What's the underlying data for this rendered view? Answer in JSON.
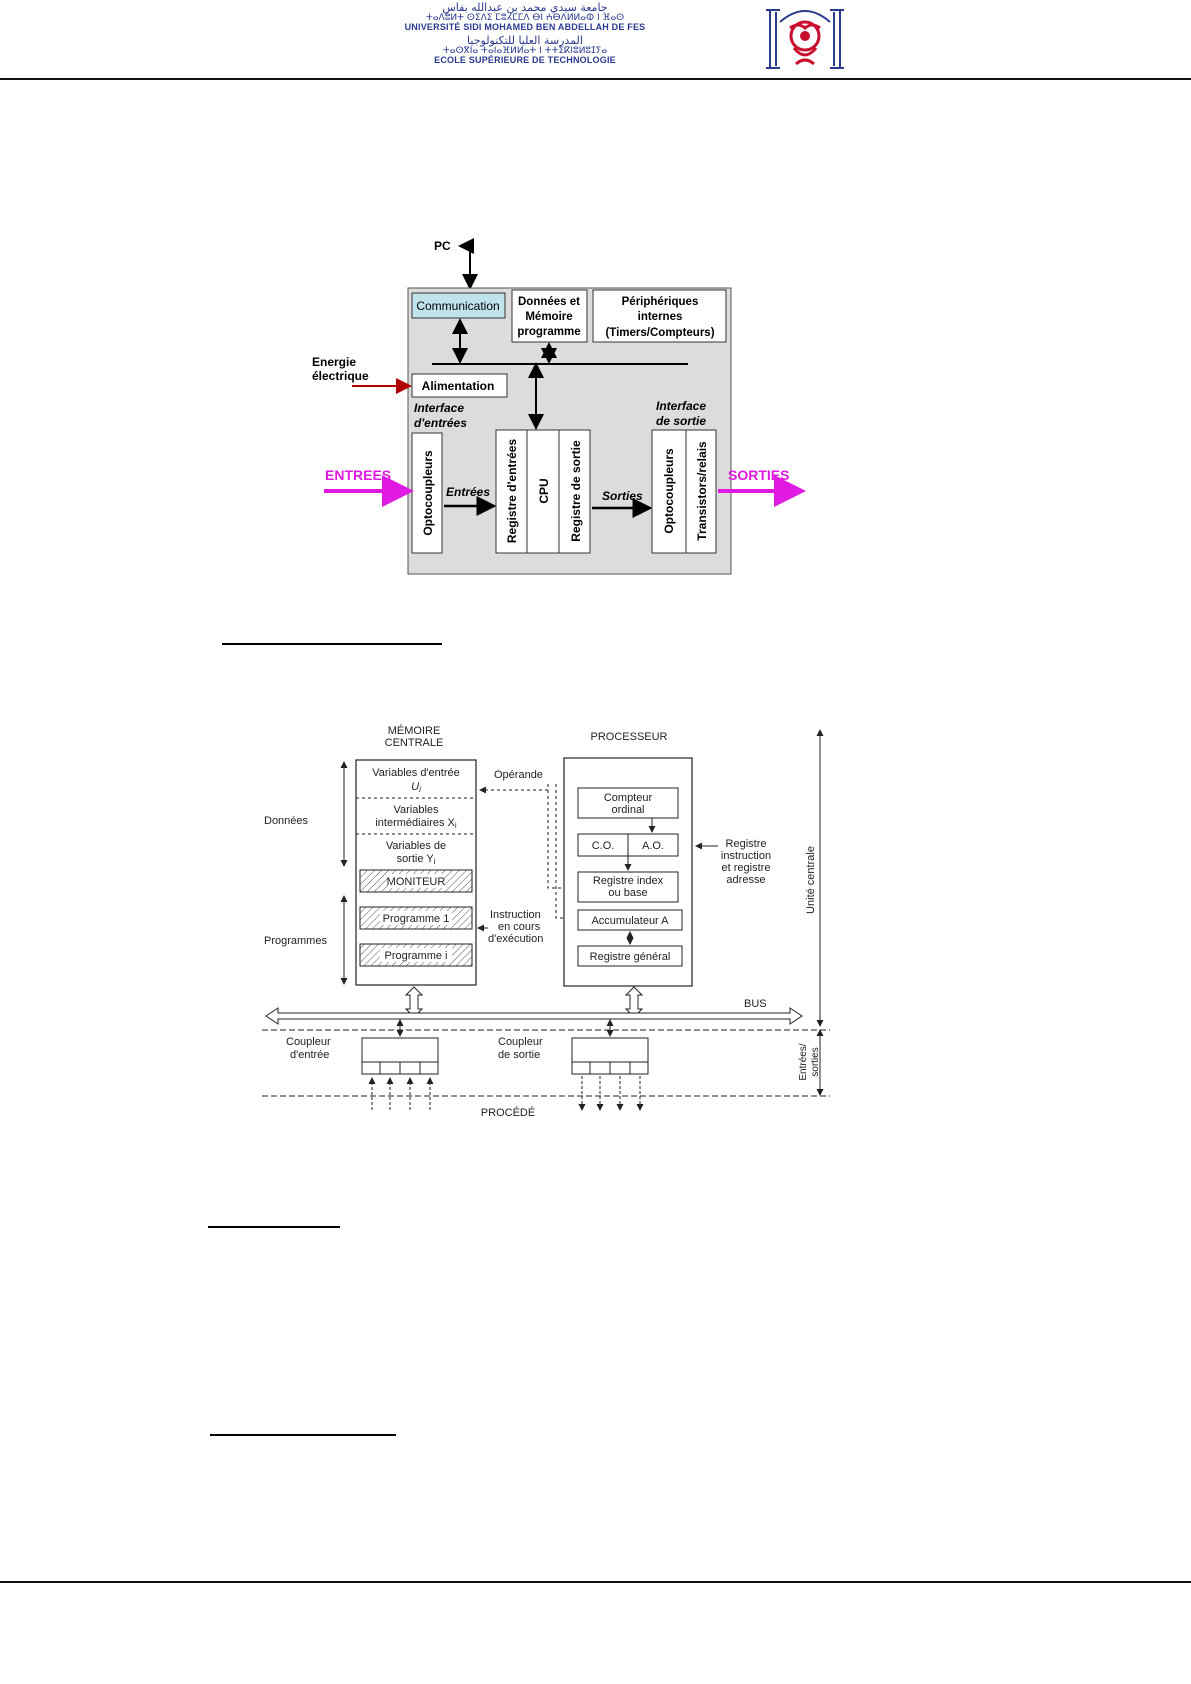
{
  "header": {
    "ar_university": "جامعة سيدي محمد بن عبدالله بفاس",
    "tifinagh_university": "ⵜⴰⴷⵓⵍⵜ ⵙⵉⴷⵉ ⵎⵓⵃⵎⵎⴷ ⴱⵏ ⵄⴱⴷⵍⵍⴰⵀ ⵏ ⴼⴰⵙ",
    "fr_university": "UNIVERSITÉ SIDI MOHAMED BEN ABDELLAH DE FES",
    "ar_school": "المدرسة العليا للتكنولوجيا",
    "tifinagh_school": "ⵜⴰⵙⴳⵏⴰ ⵜⴰⵏⴰⴼⵍⵍⴰⵜ ⵏ ⵜⵜⵉⴽⵏⵓⵍⵓⵊⵢⴰ",
    "fr_school": "ECOLE SUPÉRIEURE DE TECHNOLOGIE"
  },
  "diagram1": {
    "pc": "PC",
    "communication": "Communication",
    "donnees_line1": "Données et",
    "donnees_line2": "Mémoire",
    "donnees_line3": "programme",
    "periph_line1": "Périphériques",
    "periph_line2": "internes",
    "periph_line3": "(Timers/Compteurs)",
    "energie_line1": "Energie",
    "energie_line2": "électrique",
    "alimentation": "Alimentation",
    "iface_in_line1": "Interface",
    "iface_in_line2": "d'entrées",
    "iface_out_line1": "Interface",
    "iface_out_line2": "de sortie",
    "entrees_big": "ENTREES",
    "sorties_big": "SORTIES",
    "opto_in": "Optocoupleurs",
    "entrees_small": "Entrées",
    "reg_in": "Registre d'entrées",
    "cpu": "CPU",
    "reg_out": "Registre de sortie",
    "sorties_small": "Sorties",
    "opto_out": "Optocoupleurs",
    "transistors": "Transistors/relais"
  },
  "diagram2": {
    "mem_line1": "MÉMOIRE",
    "mem_line2": "CENTRALE",
    "processeur": "PROCESSEUR",
    "var_in_1": "Variables d'entrée",
    "var_in_2": "U",
    "var_in_sub": "i",
    "var_mid_1": "Variables",
    "var_mid_2": "intermédiaires X",
    "var_mid_sub": "i",
    "var_out_1": "Variables de",
    "var_out_2": "sortie Y",
    "var_out_sub": "i",
    "moniteur": "MONITEUR",
    "prog1": "Programme 1",
    "progi": "Programme i",
    "donnees": "Données",
    "programmes": "Programmes",
    "operande": "Opérande",
    "instr_1": "Instruction",
    "instr_2": "en cours",
    "instr_3": "d'exécution",
    "compteur_1": "Compteur",
    "compteur_2": "ordinal",
    "co": "C.O.",
    "ao": "A.O.",
    "reg_index_1": "Registre index",
    "reg_index_2": "ou base",
    "accumulateur": "Accumulateur A",
    "reg_general": "Registre général",
    "reg_instr_1": "Registre",
    "reg_instr_2": "instruction",
    "reg_instr_3": "et registre",
    "reg_instr_4": "adresse",
    "unite_centrale": "Unité centrale",
    "bus": "BUS",
    "coupleur_in_1": "Coupleur",
    "coupleur_in_2": "d'entrée",
    "coupleur_out_1": "Coupleur",
    "coupleur_out_2": "de sortie",
    "entrees_sorties_1": "Entrées/",
    "entrees_sorties_2": "sorties",
    "procede": "PROCÉDÉ"
  },
  "colors": {
    "header_blue": "#2a3a8f",
    "logo_red": "#c8102e",
    "comm_fill": "#bfe3ea",
    "panel_fill": "#dcdcdc",
    "magenta": "#e01ae0",
    "energy_red": "#b00000"
  }
}
